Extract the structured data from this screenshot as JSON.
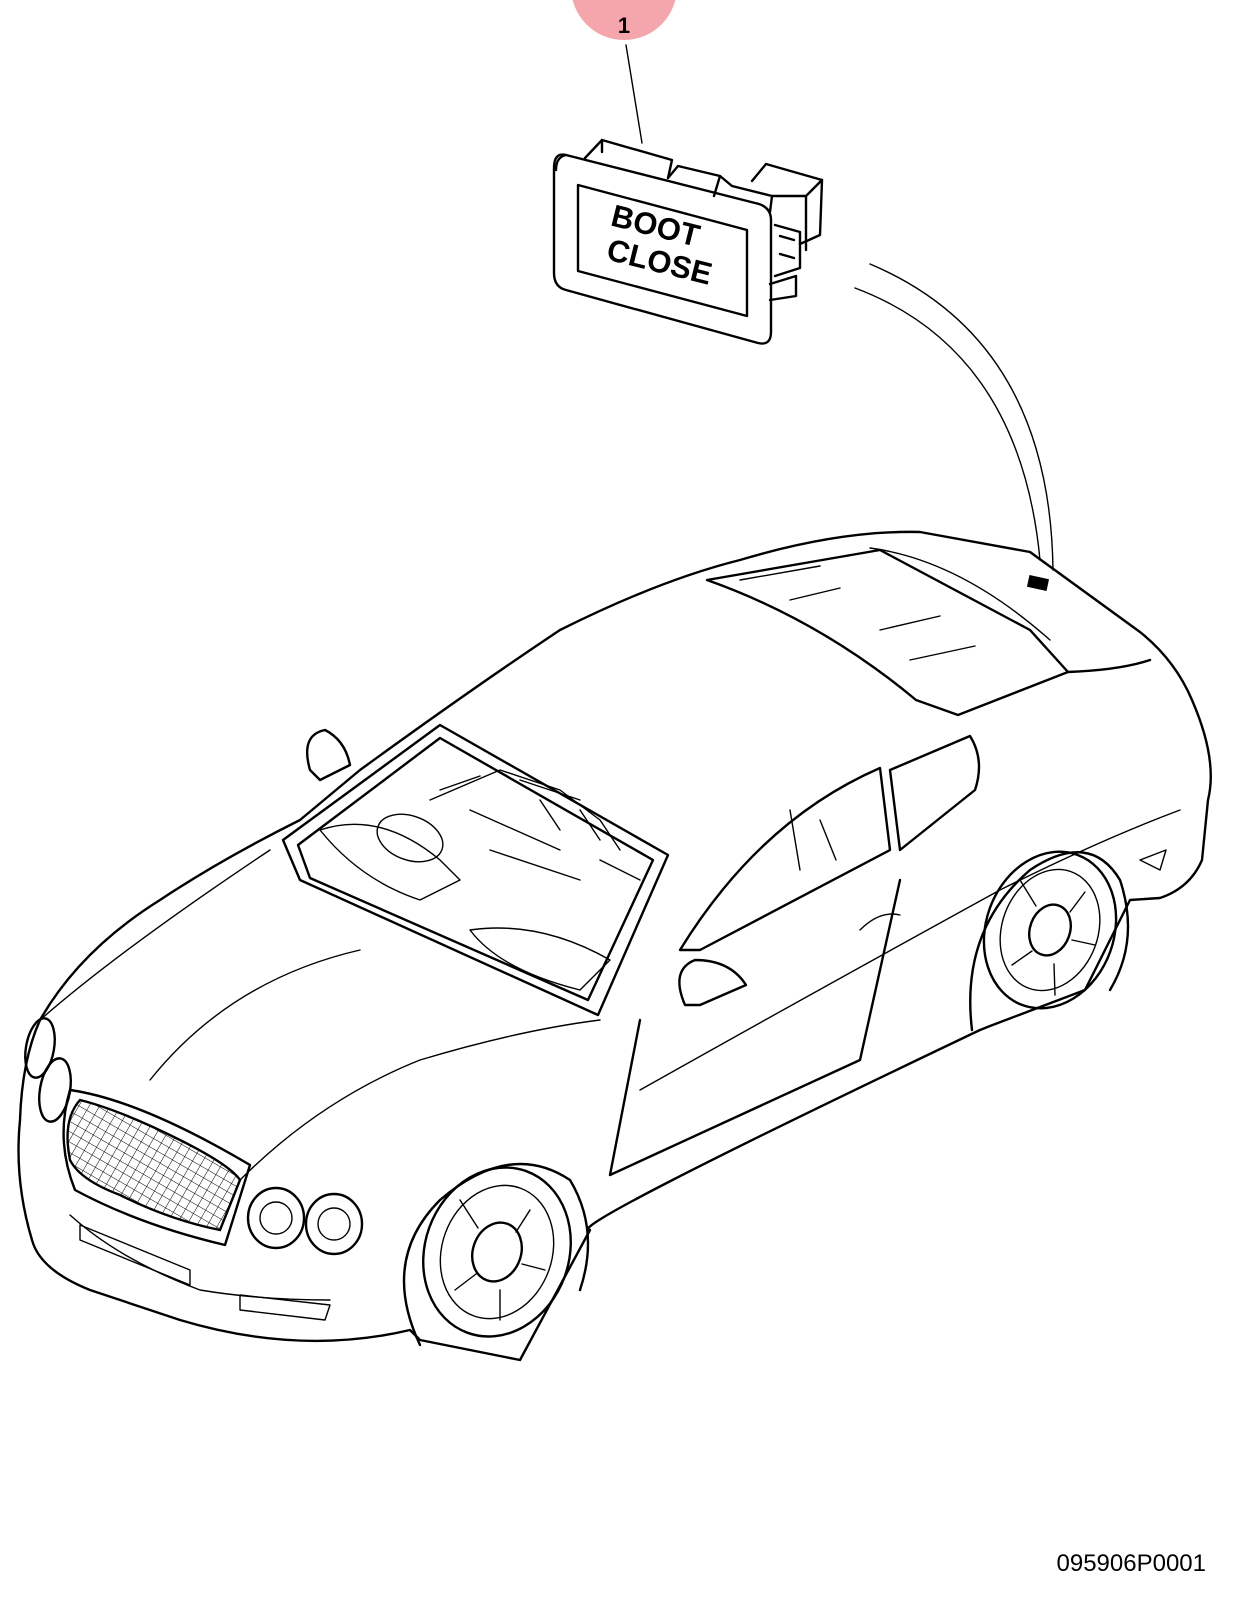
{
  "callout": {
    "number": "1",
    "fill_color": "#f4a6ac"
  },
  "switch_label": {
    "line1": "BOOT",
    "line2": "CLOSE"
  },
  "figure_id": "095906P0001",
  "icons": [
    "boot-close-switch-icon",
    "car-outline-icon"
  ]
}
